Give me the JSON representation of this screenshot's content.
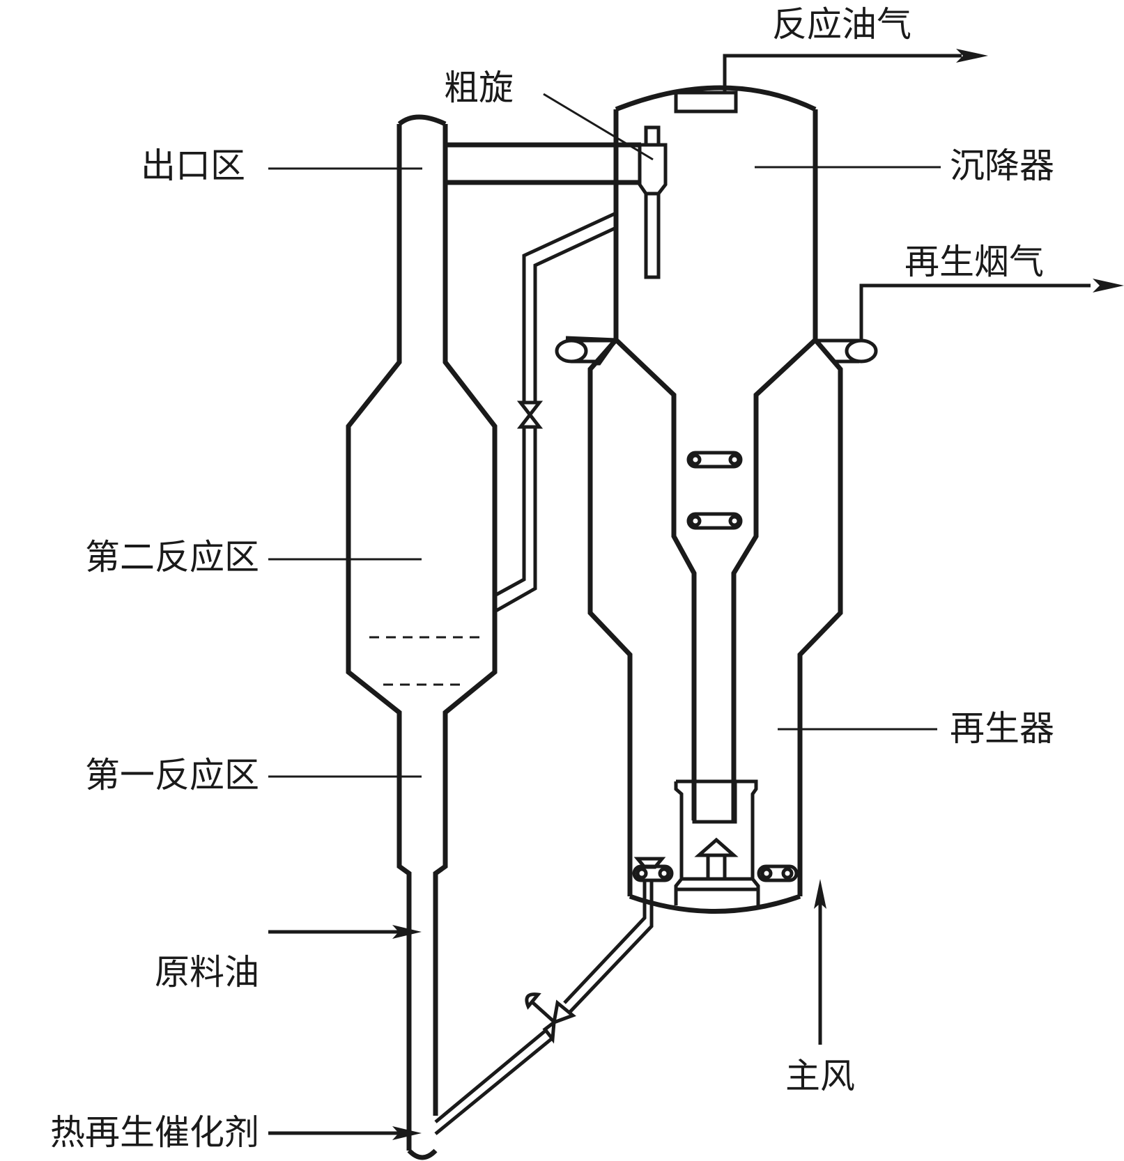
{
  "diagram": {
    "title": "FCC riser reactor-regenerator schematic",
    "colors": {
      "line": "#1a1a1a",
      "background": "#ffffff"
    },
    "labels": {
      "outlet_zone": "出口区",
      "second_reaction_zone": "第二反应区",
      "first_reaction_zone": "第一反应区",
      "feed_oil": "原料油",
      "hot_regenerated_catalyst": "热再生催化剂",
      "rough_cyclone": "粗旋",
      "reaction_oil_gas": "反应油气",
      "settler": "沉降器",
      "regenerated_flue_gas": "再生烟气",
      "regenerator": "再生器",
      "main_air": "主风"
    }
  }
}
